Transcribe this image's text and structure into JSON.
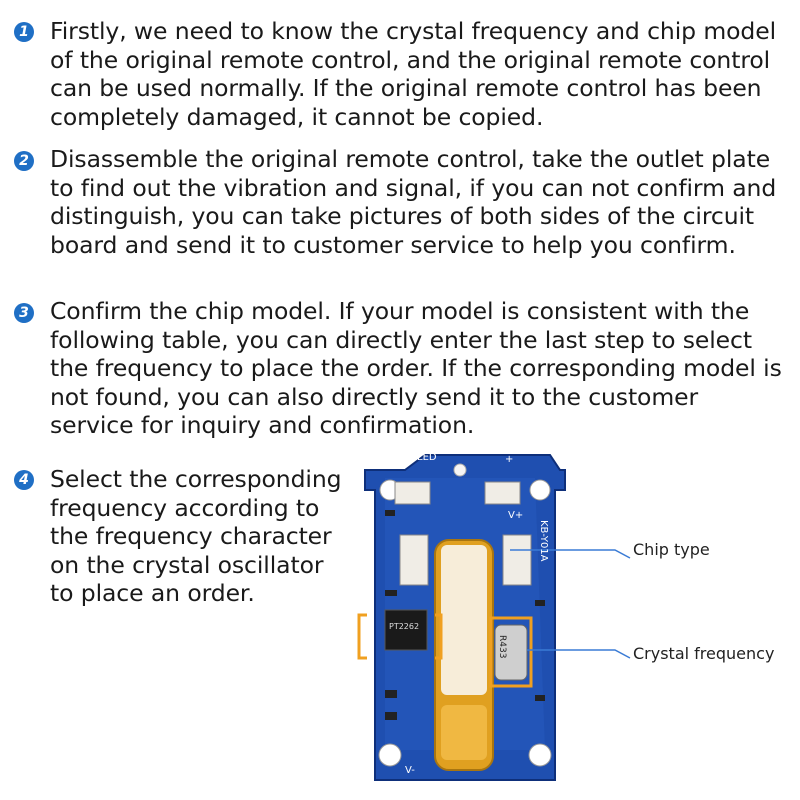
{
  "steps": [
    {
      "number": "1",
      "text": "Firstly, we need to know the crystal frequency and chip model of the original remote control, and the original remote control can be used normally. If the original remote control has been completely damaged, it cannot be copied."
    },
    {
      "number": "2",
      "text": "Disassemble the original remote control, take the outlet plate to find out the vibration and signal, if you can not confirm and distinguish, you can take pictures of both sides of the circuit board and send it to customer service to help you confirm."
    },
    {
      "number": "3",
      "text": "Confirm the chip model. If your model is consistent with the following table, you can directly enter the last step to select the frequency to place the order. If the corresponding model is not found, you can also directly send it to the customer service for inquiry and confirmation."
    },
    {
      "number": "4",
      "text": "Select the corresponding frequency according to the frequency character on the crystal oscillator to place an order."
    }
  ],
  "board": {
    "label_led": "LED",
    "label_model": "KB-Y01A",
    "label_plus": "+",
    "label_vplus": "V+",
    "label_vminus": "V-",
    "label_chip": "PT2262",
    "label_crystal": "R433"
  },
  "callouts": {
    "chip": "Chip type",
    "crystal": "Crystal frequency"
  },
  "colors": {
    "number_badge": "#1f6fc5",
    "pcb": "#1f4fb0",
    "battery": "#e0a020",
    "bracket": "#f0a020",
    "callout_line": "#3a7bd5"
  }
}
